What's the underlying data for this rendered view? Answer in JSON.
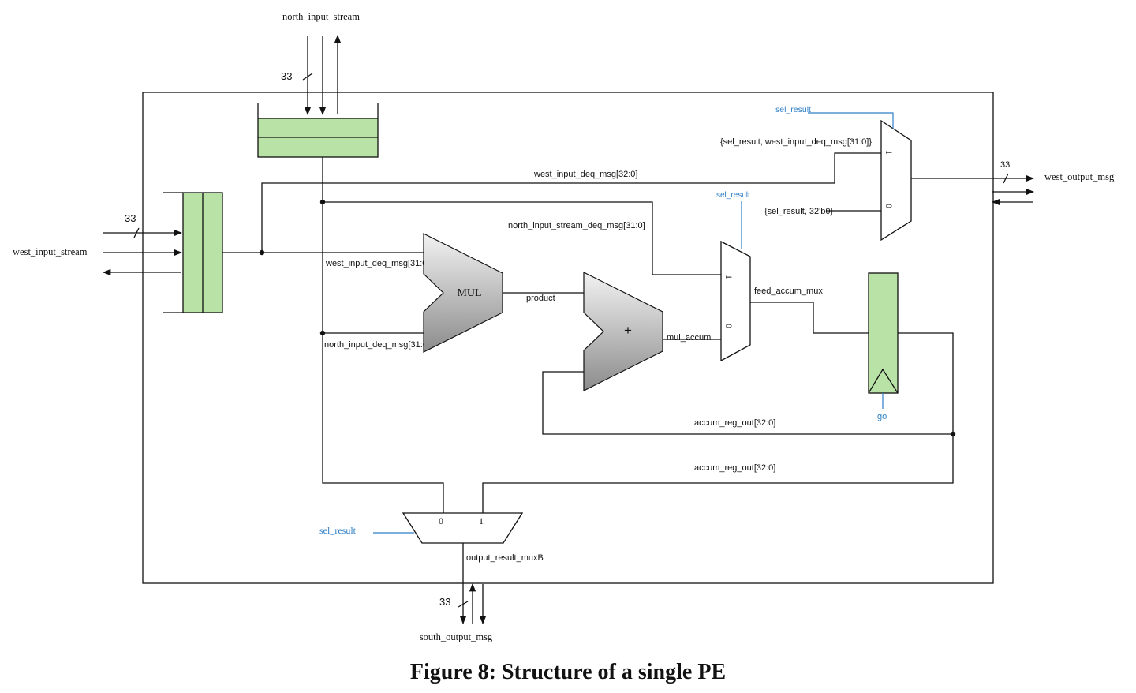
{
  "caption": "Figure 8: Structure of a single PE",
  "colors": {
    "queue_fill": "#b9e2a6",
    "control_blue": "#2d7fc8",
    "unit_gradient_light": "#f2f2f2",
    "unit_gradient_dark": "#8c8c8c"
  },
  "ports": {
    "north_input": "north_input_stream",
    "west_input": "west_input_stream",
    "west_output": "west_output_msg",
    "south_output": "south_output_msg",
    "width_north": "33",
    "width_west_in": "33",
    "width_west_out": "33",
    "width_south": "33"
  },
  "units": {
    "mul": "MUL",
    "add": "+"
  },
  "signals": {
    "west_input_deq_msg_top": "west_input_deq_msg[32:0]",
    "north_input_stream_deq_msg": "north_input_stream_deq_msg[31:0]",
    "west_input_deq_msg_mul": "west_input_deq_msg[31:0]",
    "north_input_deq_msg_mul": "north_input_deq_msg[31:0]",
    "product": "product",
    "mul_accum": "mul_accum",
    "feed_accum_mux": "feed_accum_mux",
    "accum_reg_out_1": "accum_reg_out[32:0]",
    "accum_reg_out_2": "accum_reg_out[32:0]",
    "output_result_muxB": "output_result_muxB",
    "west_out_mux_in1": "{sel_result, west_input_deq_msg[31:0]}",
    "west_out_mux_in0": "{sel_result, 32'b0}"
  },
  "controls": {
    "sel_result_west_mux": "sel_result",
    "sel_result_feed_mux": "sel_result",
    "sel_result_south_mux": "sel_result",
    "go": "go"
  },
  "mux_inputs": {
    "west_mux_1": "1",
    "west_mux_0": "0",
    "feed_mux_1": "1",
    "feed_mux_0": "0",
    "south_mux_0": "0",
    "south_mux_1": "1"
  }
}
